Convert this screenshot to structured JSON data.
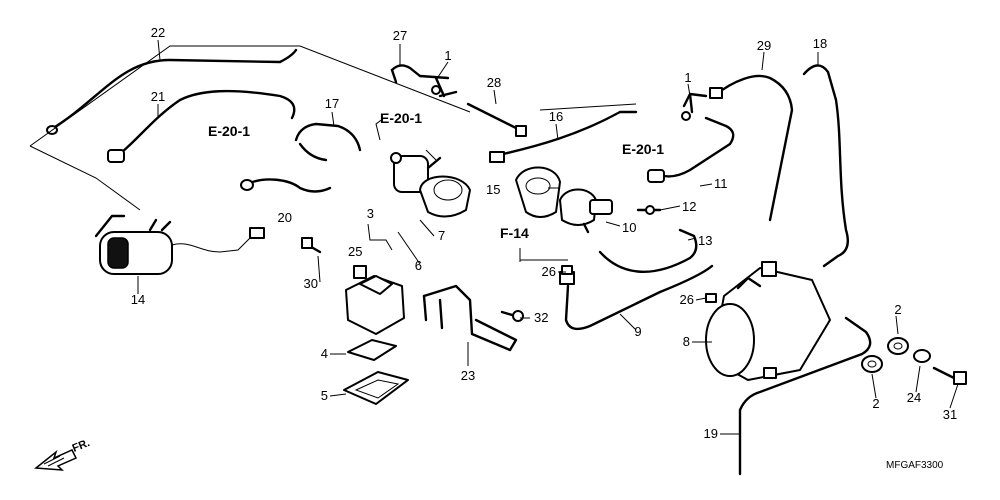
{
  "callouts": {
    "c1a": "1",
    "c1b": "1",
    "c2a": "2",
    "c2b": "2",
    "c3": "3",
    "c4": "4",
    "c5": "5",
    "c6": "6",
    "c7": "7",
    "c8": "8",
    "c9": "9",
    "c10": "10",
    "c11": "11",
    "c12": "12",
    "c13": "13",
    "c14": "14",
    "c15": "15",
    "c16": "16",
    "c17": "17",
    "c18": "18",
    "c19": "19",
    "c20": "20",
    "c21": "21",
    "c22": "22",
    "c23": "23",
    "c24": "24",
    "c25": "25",
    "c26a": "26",
    "c26b": "26",
    "c27": "27",
    "c28": "28",
    "c29": "29",
    "c30": "30",
    "c31": "31",
    "c32": "32"
  },
  "references": {
    "e20_left": "E-20-1",
    "e20_center": "E-20-1",
    "e20_right": "E-20-1",
    "f14": "F-14"
  },
  "direction_label": "FR.",
  "diagram_code": "MFGAF3300"
}
